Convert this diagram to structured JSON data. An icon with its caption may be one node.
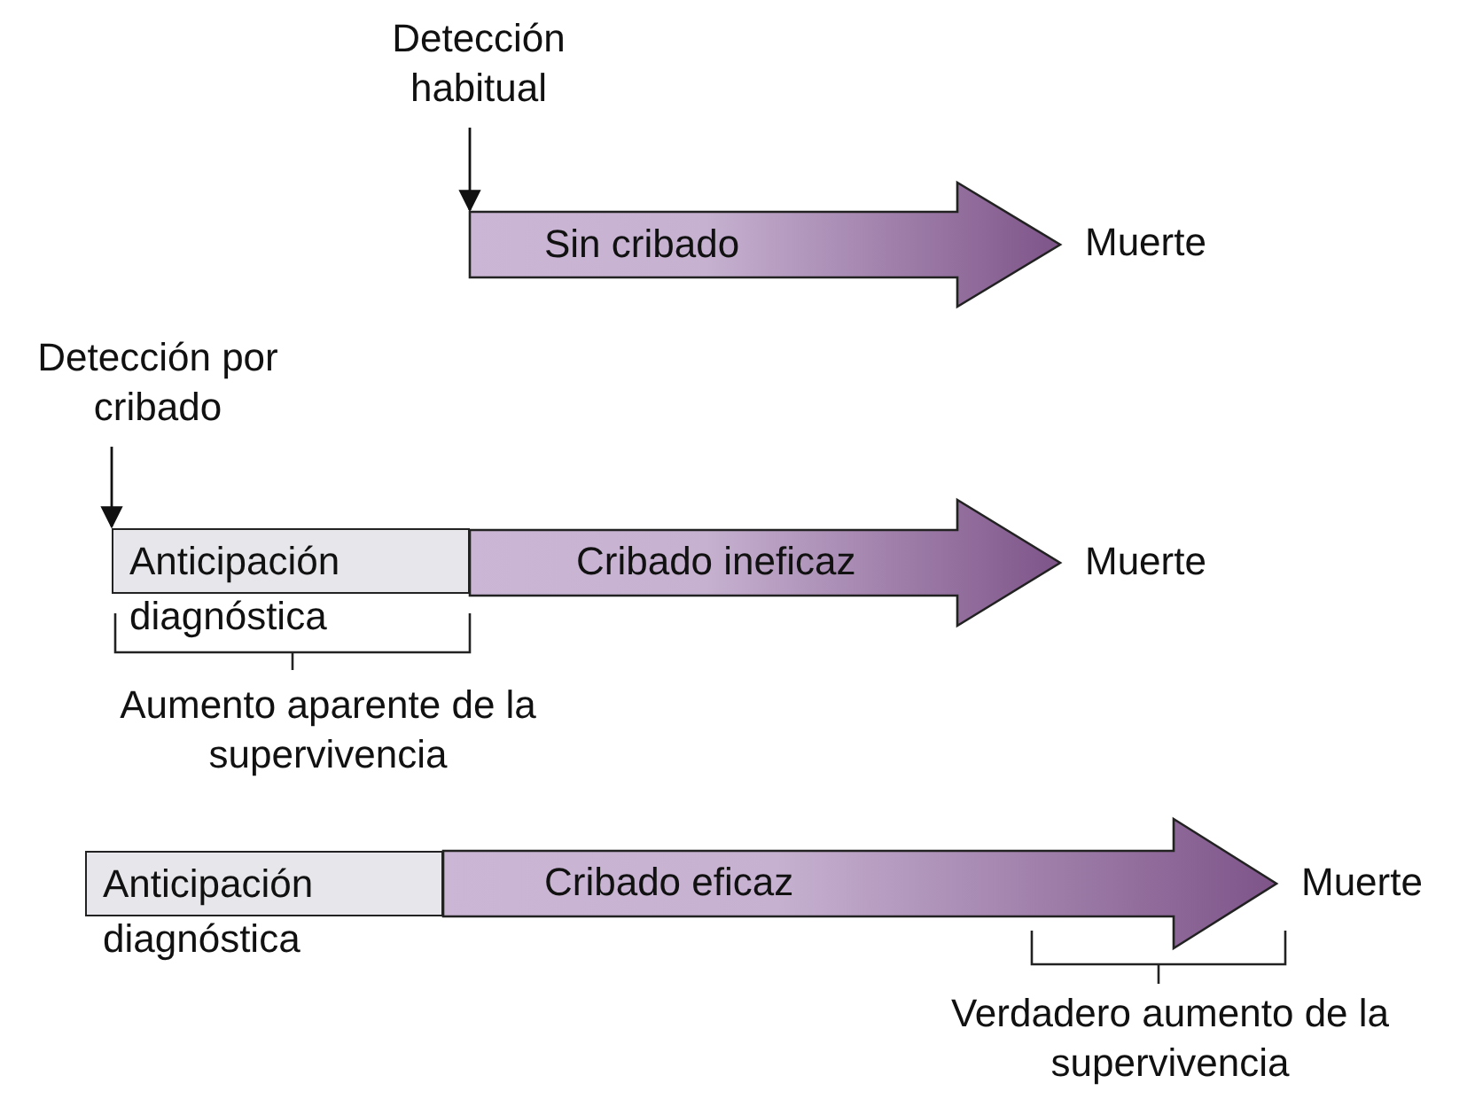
{
  "diagram": {
    "nodes": [
      {
        "text": [
          "Detección habitual"
        ]
      },
      {
        "text": [
          "Sin cribado"
        ],
        "beside": [
          "Muerte"
        ]
      },
      {
        "text": [
          "Detección por cribado"
        ]
      },
      {
        "text": [
          "Anticipación diagnóstica"
        ]
      },
      {
        "text": [
          "Cribado ineficaz"
        ],
        "beside": [
          "Muerte"
        ]
      },
      {
        "text": [
          "Anticipación diagnóstica"
        ]
      },
      {
        "text": [
          "Cribado eficaz"
        ],
        "beside": [
          "Muerte"
        ]
      }
    ],
    "edges": [
      {
        "from": 0,
        "to": 1,
        "arrow": "to"
      },
      {
        "from": 2,
        "to": 3,
        "arrow": "to"
      }
    ],
    "labels": [
      "Aumento aparente de la supervivencia",
      "Verdadero aumento de la supervivencia"
    ]
  }
}
